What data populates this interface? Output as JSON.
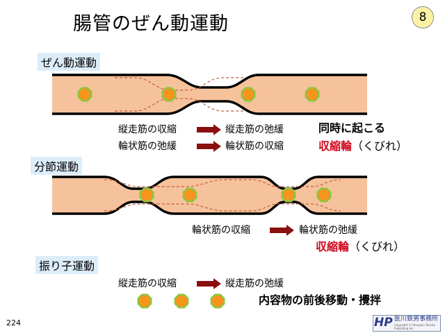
{
  "title": "腸管のぜん動運動",
  "slide_number": "8",
  "page_number": "224",
  "colors": {
    "intestine_fill": "#f6c29c",
    "intestine_outline": "#000000",
    "contraction_dash": "#c0603a",
    "bolus_fill": "#f7941d",
    "bolus_border": "#8dc63f",
    "arrow": "#8b0f0f",
    "highlight_red": "#d10a1e",
    "label_bg": "#dcedfa"
  },
  "sections": {
    "peristalsis": {
      "label": "ぜん動運動",
      "line1_from": "縦走筋の収縮",
      "line1_to": "縦走筋の弛緩",
      "line2_from": "輪状筋の弛緩",
      "line2_to": "輪状筋の収縮",
      "note1": "同時に起こる",
      "note2_red": "収縮輪",
      "note2_paren": "（くびれ）"
    },
    "segmentation": {
      "label": "分節運動",
      "line_from": "輪状筋の収縮",
      "line_to": "輪状筋の弛緩",
      "note_red": "収縮輪",
      "note_paren": "（くびれ）"
    },
    "pendular": {
      "label": "振り子運動",
      "line_from": "縦走筋の収縮",
      "line_to": "縦走筋の弛緩",
      "note": "内容物の前後移動・攪拌"
    }
  },
  "logo": {
    "mark": "HP",
    "name": "医川鉄男事務所",
    "sub": "Copyright © Hiroyasu Tezuka Publishing Inc."
  }
}
